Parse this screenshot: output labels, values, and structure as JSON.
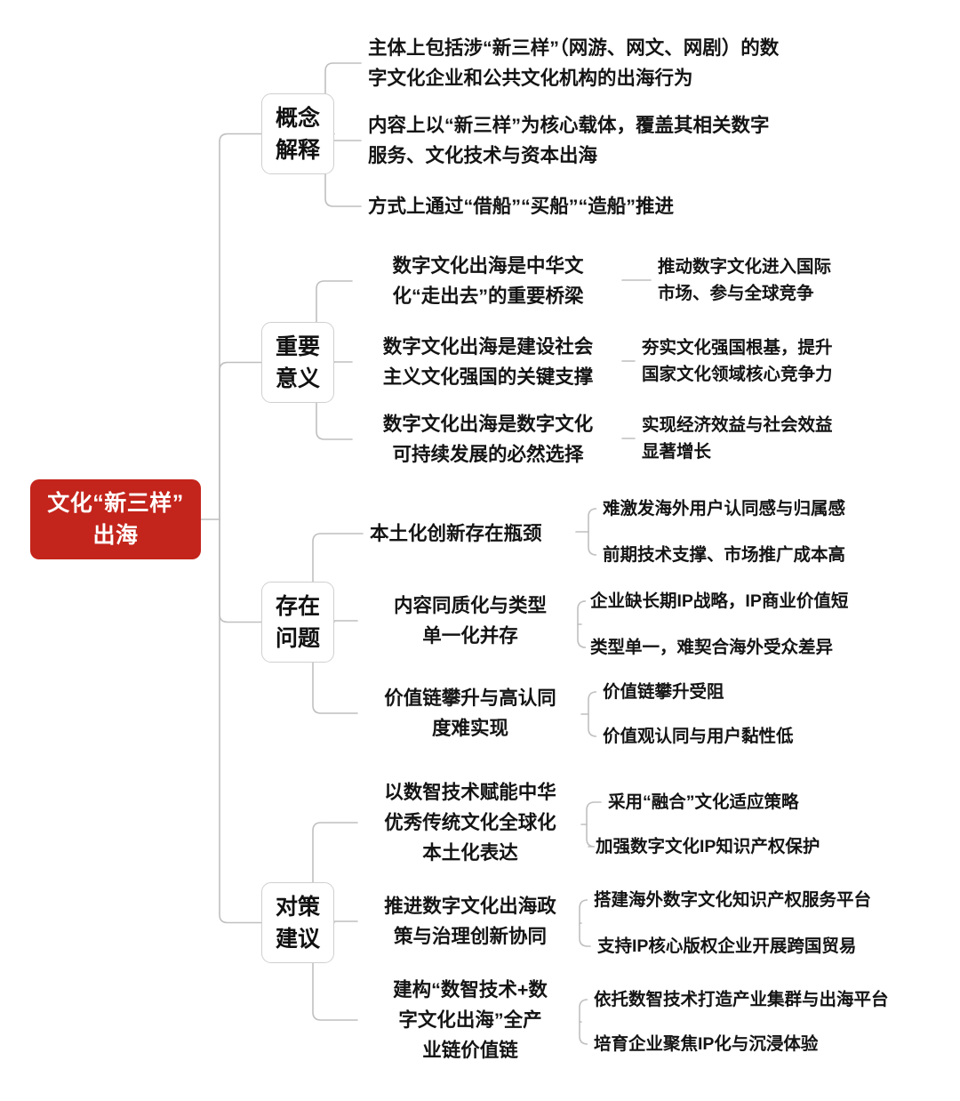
{
  "diagram": {
    "type": "mind-map",
    "title": "文化“新三样”出海",
    "accent_color": "#C3241B",
    "node_border_color": "#CFCFCF",
    "connector_color": "#BFBFBF",
    "text_color": "#141414",
    "root_text_color": "#FFFFFF",
    "background": "#FFFFFF"
  },
  "root": {
    "label": "文化“新三样”\n出海"
  },
  "branches": [
    {
      "label": "概念\n解释",
      "children": [
        {
          "label": "主体上包括涉“新三样”（网游、网文、网剧）的数\n字文化企业和公共文化机构的出海行为",
          "align": "left",
          "leaves": []
        },
        {
          "label": "内容上以“新三样”为核心载体，覆盖其相关数字\n服务、文化技术与资本出海",
          "align": "left",
          "leaves": []
        },
        {
          "label": "方式上通过“借船”“买船”“造船”推进",
          "align": "left",
          "leaves": []
        }
      ]
    },
    {
      "label": "重要\n意义",
      "children": [
        {
          "label": "数字文化出海是中华文\n化“走出去”的重要桥梁",
          "align": "center",
          "leaves": [
            {
              "label": "推动数字文化进入国际\n市场、参与全球竞争"
            }
          ]
        },
        {
          "label": "数字文化出海是建设社会\n主义文化强国的关键支撑",
          "align": "center",
          "leaves": [
            {
              "label": "夯实文化强国根基，提升\n国家文化领域核心竞争力"
            }
          ]
        },
        {
          "label": "数字文化出海是数字文化\n可持续发展的必然选择",
          "align": "center",
          "leaves": [
            {
              "label": "实现经济效益与社会效益\n显著增长"
            }
          ]
        }
      ]
    },
    {
      "label": "存在\n问题",
      "children": [
        {
          "label": "本土化创新存在瓶颈",
          "align": "left",
          "leaves": [
            {
              "label": "难激发海外用户认同感与归属感"
            },
            {
              "label": "前期技术支撑、市场推广成本高"
            }
          ]
        },
        {
          "label": "内容同质化与类型\n单一化并存",
          "align": "center",
          "leaves": [
            {
              "label": "企业缺长期IP战略，IP商业价值短"
            },
            {
              "label": "类型单一，难契合海外受众差异"
            }
          ]
        },
        {
          "label": "价值链攀升与高认同\n度难实现",
          "align": "center",
          "leaves": [
            {
              "label": "价值链攀升受阻"
            },
            {
              "label": "价值观认同与用户黏性低"
            }
          ]
        }
      ]
    },
    {
      "label": "对策\n建议",
      "children": [
        {
          "label": "以数智技术赋能中华\n优秀传统文化全球化\n本土化表达",
          "align": "center",
          "leaves": [
            {
              "label": "采用“融合”文化适应策略"
            },
            {
              "label": "加强数字文化IP知识产权保护"
            }
          ]
        },
        {
          "label": "推进数字文化出海政\n策与治理创新协同",
          "align": "center",
          "leaves": [
            {
              "label": "搭建海外数字文化知识产权服务平台"
            },
            {
              "label": "支持IP核心版权企业开展跨国贸易"
            }
          ]
        },
        {
          "label": "建构“数智技术+数\n字文化出海”全产\n业链价值链",
          "align": "center",
          "leaves": [
            {
              "label": "依托数智技术打造产业集群与出海平台"
            },
            {
              "label": "培育企业聚焦IP化与沉浸体验"
            }
          ]
        }
      ]
    }
  ]
}
